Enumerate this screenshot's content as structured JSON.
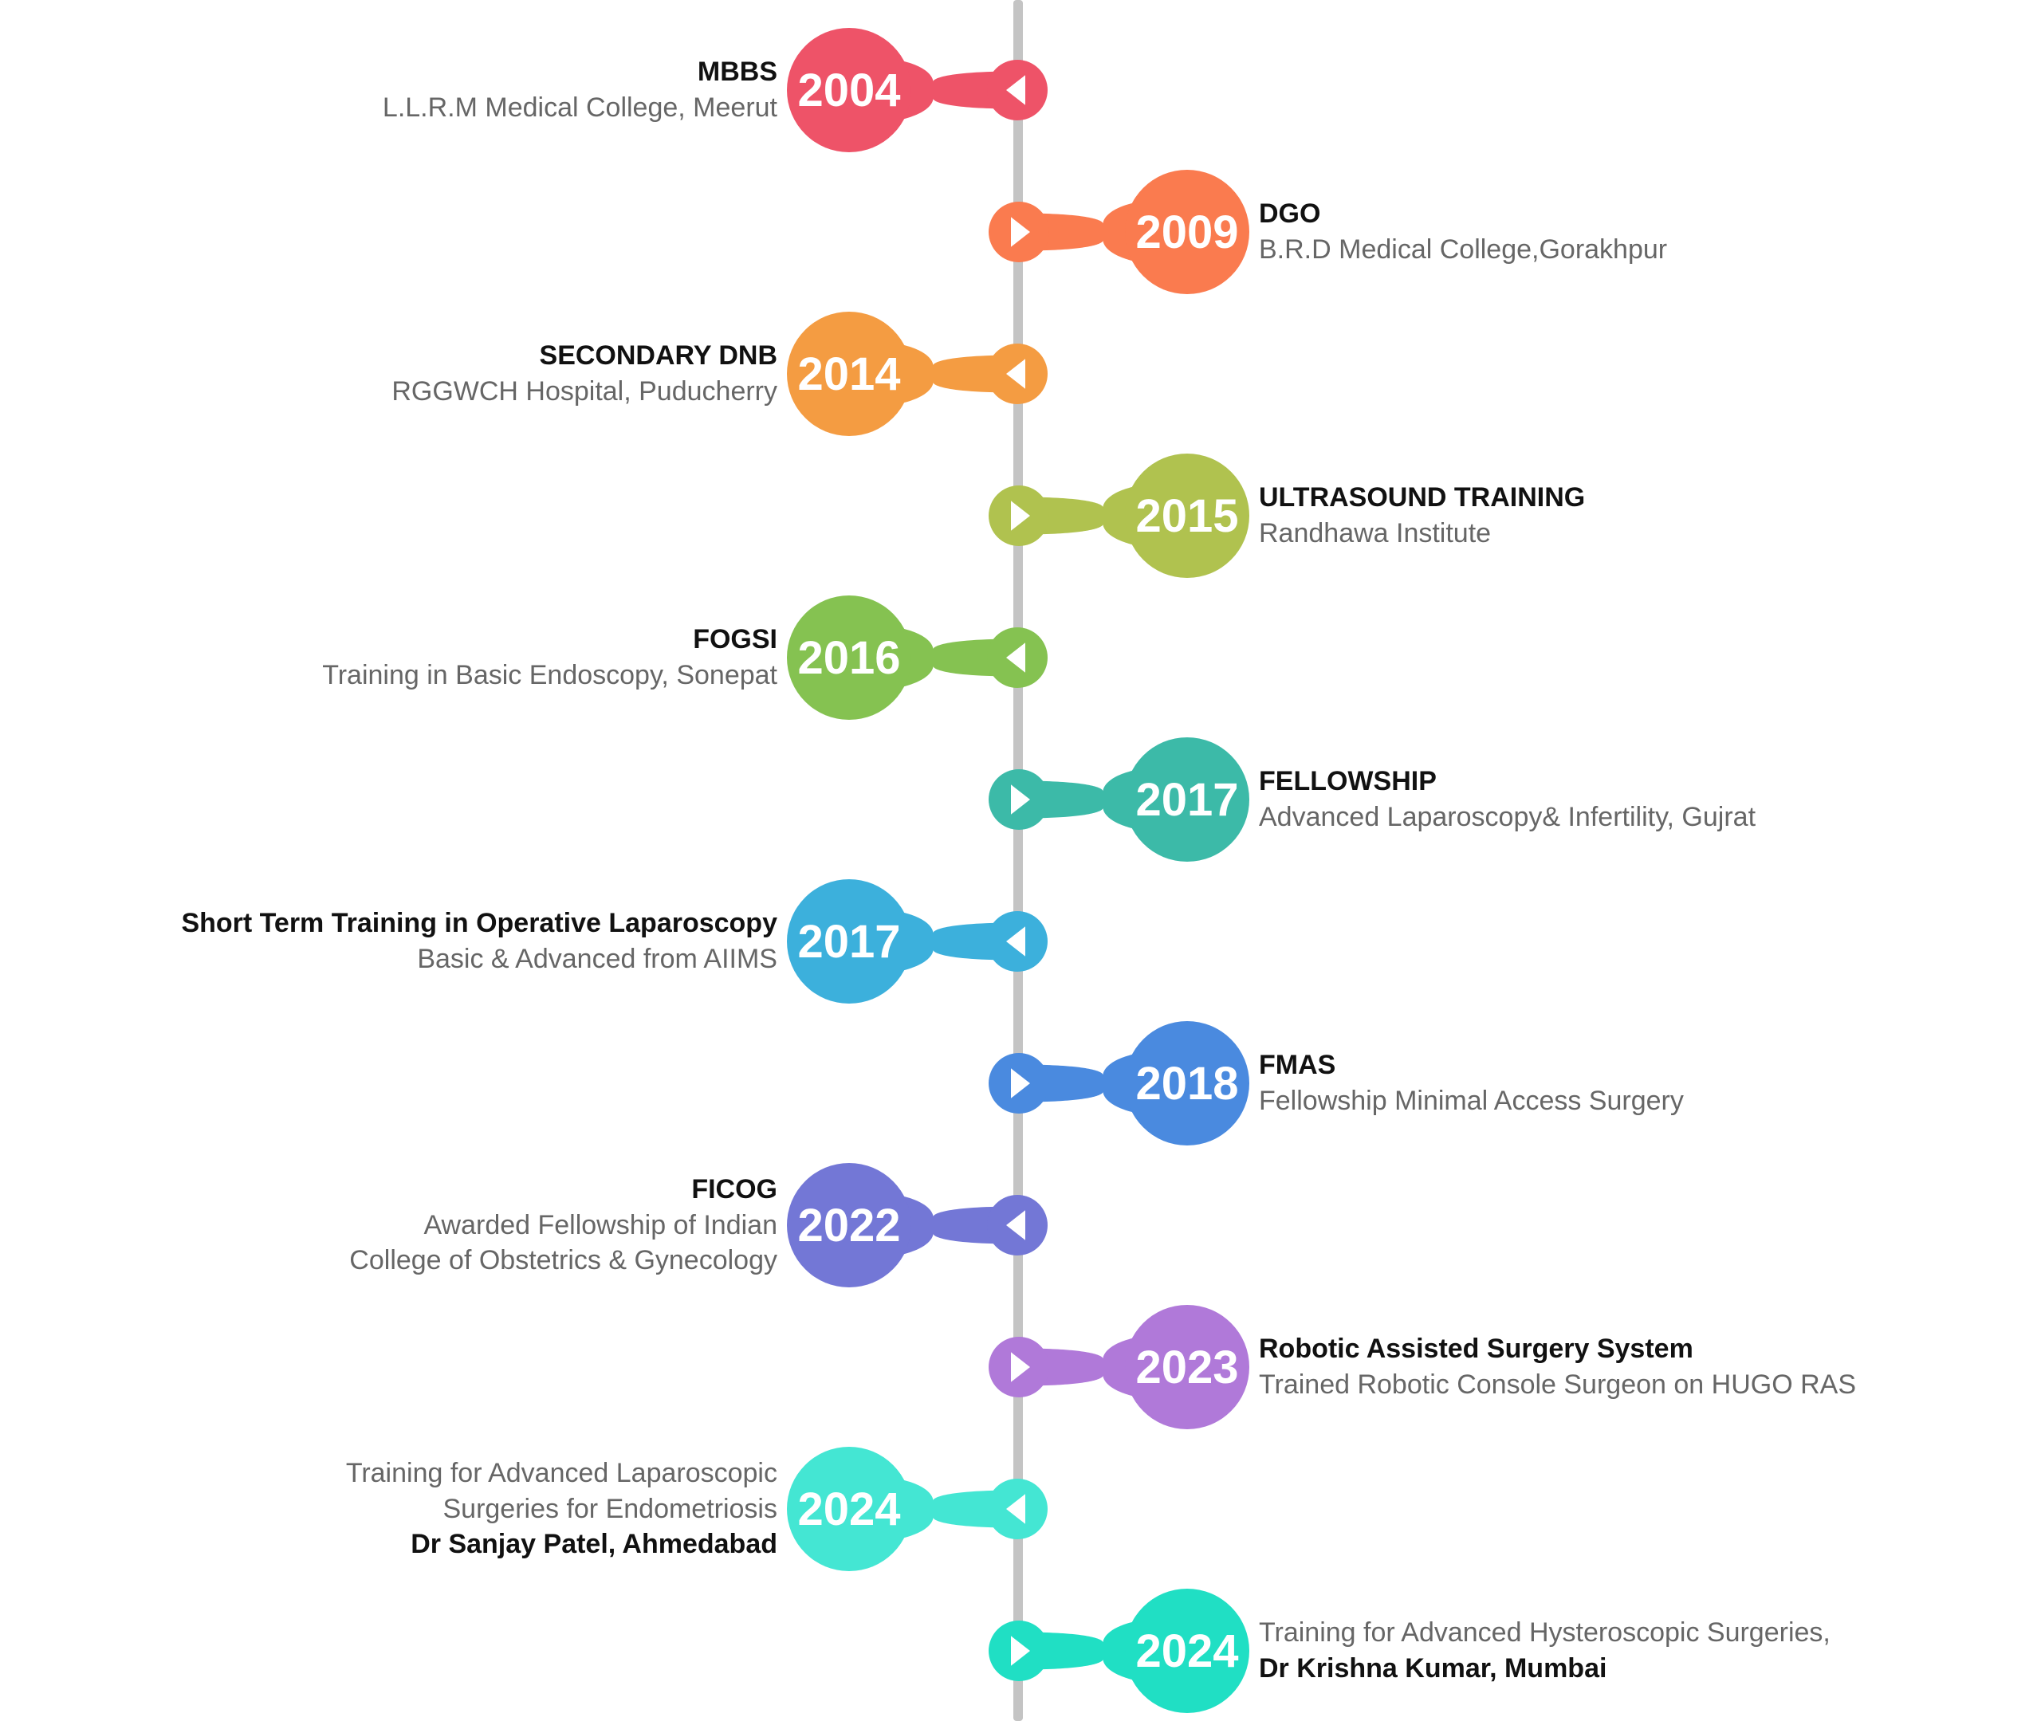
{
  "colors": {
    "axis": "#c4c4c4",
    "title_text": "#111111",
    "sub_text": "#666666"
  },
  "entries": [
    {
      "year": "2004",
      "side": "left",
      "color": "#ee5368",
      "lines": [
        {
          "text": "MBBS",
          "style": "title"
        },
        {
          "text": "L.L.R.M Medical College, Meerut",
          "style": "sub"
        }
      ]
    },
    {
      "year": "2009",
      "side": "right",
      "color": "#fa7b4f",
      "lines": [
        {
          "text": "DGO",
          "style": "title"
        },
        {
          "text": "B.R.D Medical College,Gorakhpur",
          "style": "sub"
        }
      ]
    },
    {
      "year": "2014",
      "side": "left",
      "color": "#f49c42",
      "lines": [
        {
          "text": "SECONDARY DNB",
          "style": "title"
        },
        {
          "text": "RGGWCH Hospital, Puducherry",
          "style": "sub"
        }
      ]
    },
    {
      "year": "2015",
      "side": "right",
      "color": "#b0c24f",
      "lines": [
        {
          "text": "ULTRASOUND TRAINING",
          "style": "title"
        },
        {
          "text": "Randhawa Institute",
          "style": "sub"
        }
      ]
    },
    {
      "year": "2016",
      "side": "left",
      "color": "#85c251",
      "lines": [
        {
          "text": "FOGSI",
          "style": "title"
        },
        {
          "text": "Training in Basic Endoscopy, Sonepat",
          "style": "sub"
        }
      ]
    },
    {
      "year": "2017",
      "side": "right",
      "color": "#3cbaa8",
      "lines": [
        {
          "text": "FELLOWSHIP",
          "style": "title"
        },
        {
          "text": "Advanced Laparoscopy& Infertility, Gujrat",
          "style": "sub"
        }
      ]
    },
    {
      "year": "2017",
      "side": "left",
      "color": "#3cb0dc",
      "lines": [
        {
          "text": "Short Term Training in Operative Laparoscopy",
          "style": "title"
        },
        {
          "text": "Basic & Advanced from AIIMS",
          "style": "sub"
        }
      ]
    },
    {
      "year": "2018",
      "side": "right",
      "color": "#4a8adf",
      "lines": [
        {
          "text": "FMAS",
          "style": "title"
        },
        {
          "text": "Fellowship Minimal Access Surgery",
          "style": "sub"
        }
      ]
    },
    {
      "year": "2022",
      "side": "left",
      "color": "#7377d6",
      "lines": [
        {
          "text": "FICOG",
          "style": "title"
        },
        {
          "text": "Awarded Fellowship of Indian",
          "style": "sub"
        },
        {
          "text": "College of Obstetrics & Gynecology",
          "style": "sub"
        }
      ]
    },
    {
      "year": "2023",
      "side": "right",
      "color": "#b079d9",
      "lines": [
        {
          "text": "Robotic Assisted Surgery System",
          "style": "title"
        },
        {
          "text": "Trained Robotic Console Surgeon on HUGO RAS",
          "style": "sub"
        }
      ]
    },
    {
      "year": "2024",
      "side": "left",
      "color": "#44e6d3",
      "lines": [
        {
          "text": "Training for Advanced Laparoscopic",
          "style": "sub"
        },
        {
          "text": "Surgeries for Endometriosis",
          "style": "sub"
        },
        {
          "text": "Dr Sanjay Patel, Ahmedabad",
          "style": "bold"
        }
      ]
    },
    {
      "year": "2024",
      "side": "right",
      "color": "#20dfc4",
      "lines": [
        {
          "text": "Training for Advanced Hysteroscopic Surgeries,",
          "style": "sub"
        },
        {
          "text": "Dr Krishna Kumar, Mumbai",
          "style": "bold"
        }
      ]
    }
  ]
}
